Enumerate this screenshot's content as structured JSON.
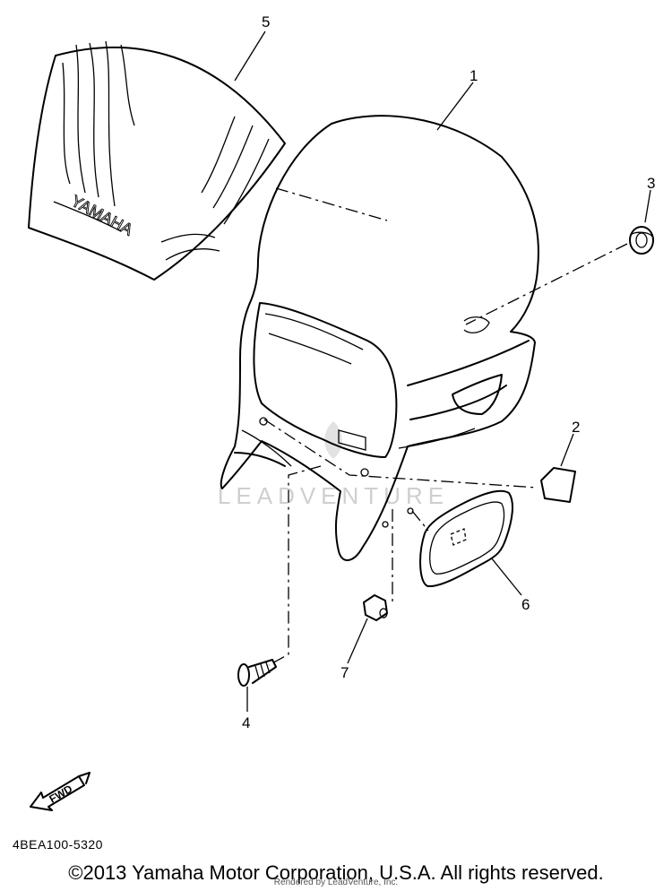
{
  "diagram": {
    "brand_text": "YAMAHA",
    "fwd_text": "FWD",
    "watermark_text": "LEADVENTURE",
    "code": "4BEA100-5320",
    "callouts": {
      "c1": "1",
      "c2": "2",
      "c3": "3",
      "c4": "4",
      "c5": "5",
      "c6": "6",
      "c7": "7"
    }
  },
  "footer": {
    "copyright": "©2013 Yamaha Motor Corporation, U.S.A. All rights reserved.",
    "rendered_by": "Rendered by LeadVenture, Inc."
  }
}
